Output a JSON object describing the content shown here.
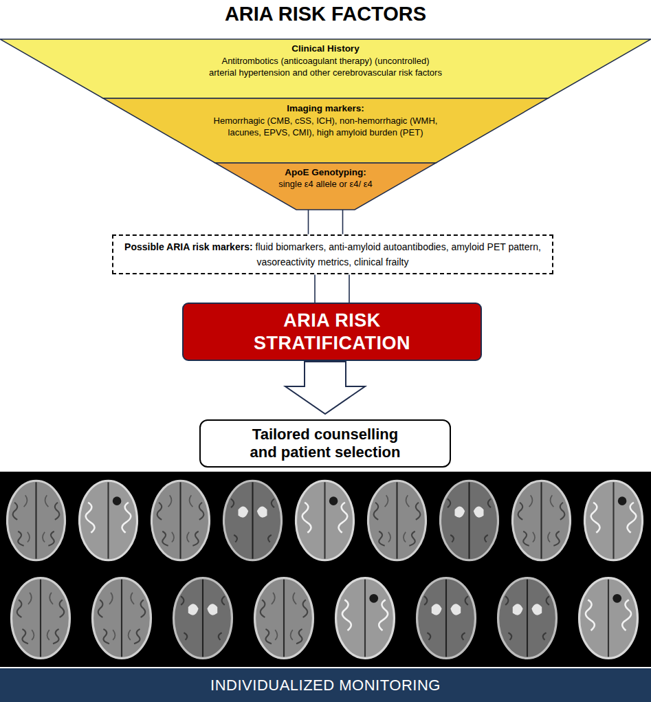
{
  "diagram": {
    "title": "ARIA RISK FACTORS",
    "nodes": [
      {
        "text": [
          "Clinical History",
          "Antitrombotics (anticoagulant therapy) (uncontrolled) arterial hypertension and other cerebrovascular risk factors"
        ]
      },
      {
        "text": [
          "Imaging markers:",
          "Hemorrhagic (CMB, cSS, ICH), non-hemorrhagic (WMH, lacunes, EPVS, CMI), high amyloid burden (PET)"
        ]
      },
      {
        "text": [
          "ApoE Genotyping:",
          "single ε4 allele or ε4/ ε4"
        ]
      },
      {
        "text": [
          "Possible ARIA risk markers:",
          "fluid biomarkers, anti-amyloid autoantibodies, amyloid PET pattern, vasoreactivity metrics, clinical frailty"
        ]
      },
      {
        "text": [
          "ARIA RISK STRATIFICATION"
        ]
      },
      {
        "text": [
          "Tailored counselling and patient selection"
        ]
      },
      {
        "text": [
          "INDIVIDUALIZED MONITORING"
        ]
      }
    ],
    "edges": [
      {
        "from": 2,
        "to": 3,
        "arrow": "none"
      },
      {
        "from": 3,
        "to": 4,
        "arrow": "none"
      },
      {
        "from": 4,
        "to": 5,
        "arrow": "to"
      }
    ]
  }
}
